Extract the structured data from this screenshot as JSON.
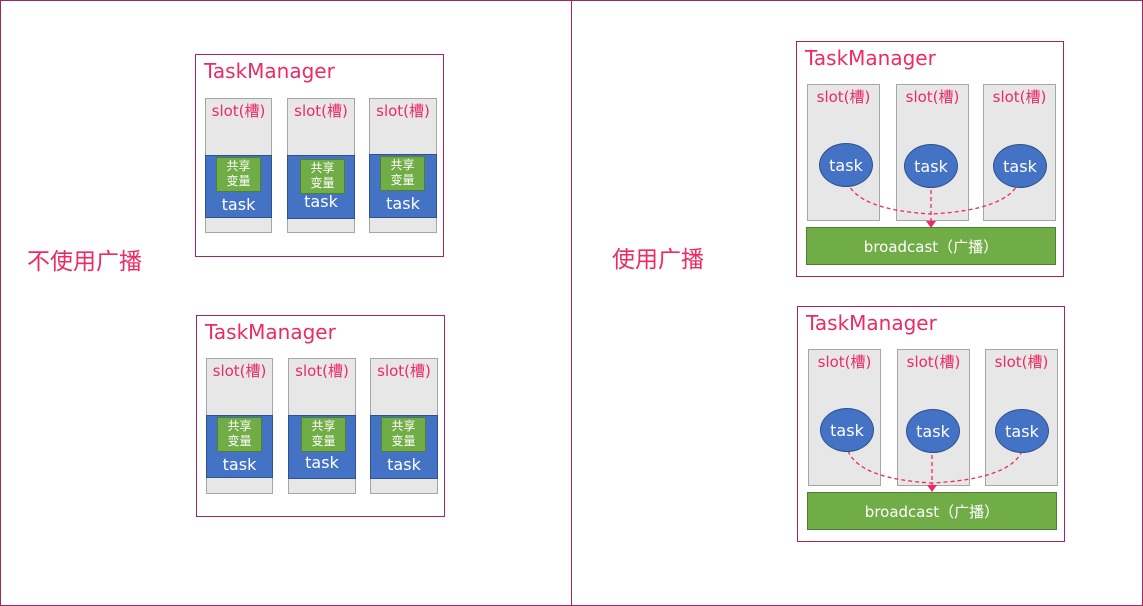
{
  "left_panel": {
    "label": "不使用广播",
    "task_managers": [
      {
        "title": "TaskManager",
        "slots": [
          {
            "label": "slot(槽)",
            "shared_line1": "共享",
            "shared_line2": "变量",
            "task": "task"
          },
          {
            "label": "slot(槽)",
            "shared_line1": "共享",
            "shared_line2": "变量",
            "task": "task"
          },
          {
            "label": "slot(槽)",
            "shared_line1": "共享",
            "shared_line2": "变量",
            "task": "task"
          }
        ]
      },
      {
        "title": "TaskManager",
        "slots": [
          {
            "label": "slot(槽)",
            "shared_line1": "共享",
            "shared_line2": "变量",
            "task": "task"
          },
          {
            "label": "slot(槽)",
            "shared_line1": "共享",
            "shared_line2": "变量",
            "task": "task"
          },
          {
            "label": "slot(槽)",
            "shared_line1": "共享",
            "shared_line2": "变量",
            "task": "task"
          }
        ]
      }
    ]
  },
  "right_panel": {
    "label": "使用广播",
    "task_managers": [
      {
        "title": "TaskManager",
        "slots": [
          {
            "label": "slot(槽)",
            "task": "task"
          },
          {
            "label": "slot(槽)",
            "task": "task"
          },
          {
            "label": "slot(槽)",
            "task": "task"
          }
        ],
        "broadcast": "broadcast（广播）"
      },
      {
        "title": "TaskManager",
        "slots": [
          {
            "label": "slot(槽)",
            "task": "task"
          },
          {
            "label": "slot(槽)",
            "task": "task"
          },
          {
            "label": "slot(槽)",
            "task": "task"
          }
        ],
        "broadcast": "broadcast（广播）"
      }
    ]
  },
  "colors": {
    "accent_text": "#ec2a64",
    "border": "#a8245e",
    "task_blue": "#4472c4",
    "shared_green": "#70ad47",
    "slot_gray": "#e7e7e7"
  }
}
